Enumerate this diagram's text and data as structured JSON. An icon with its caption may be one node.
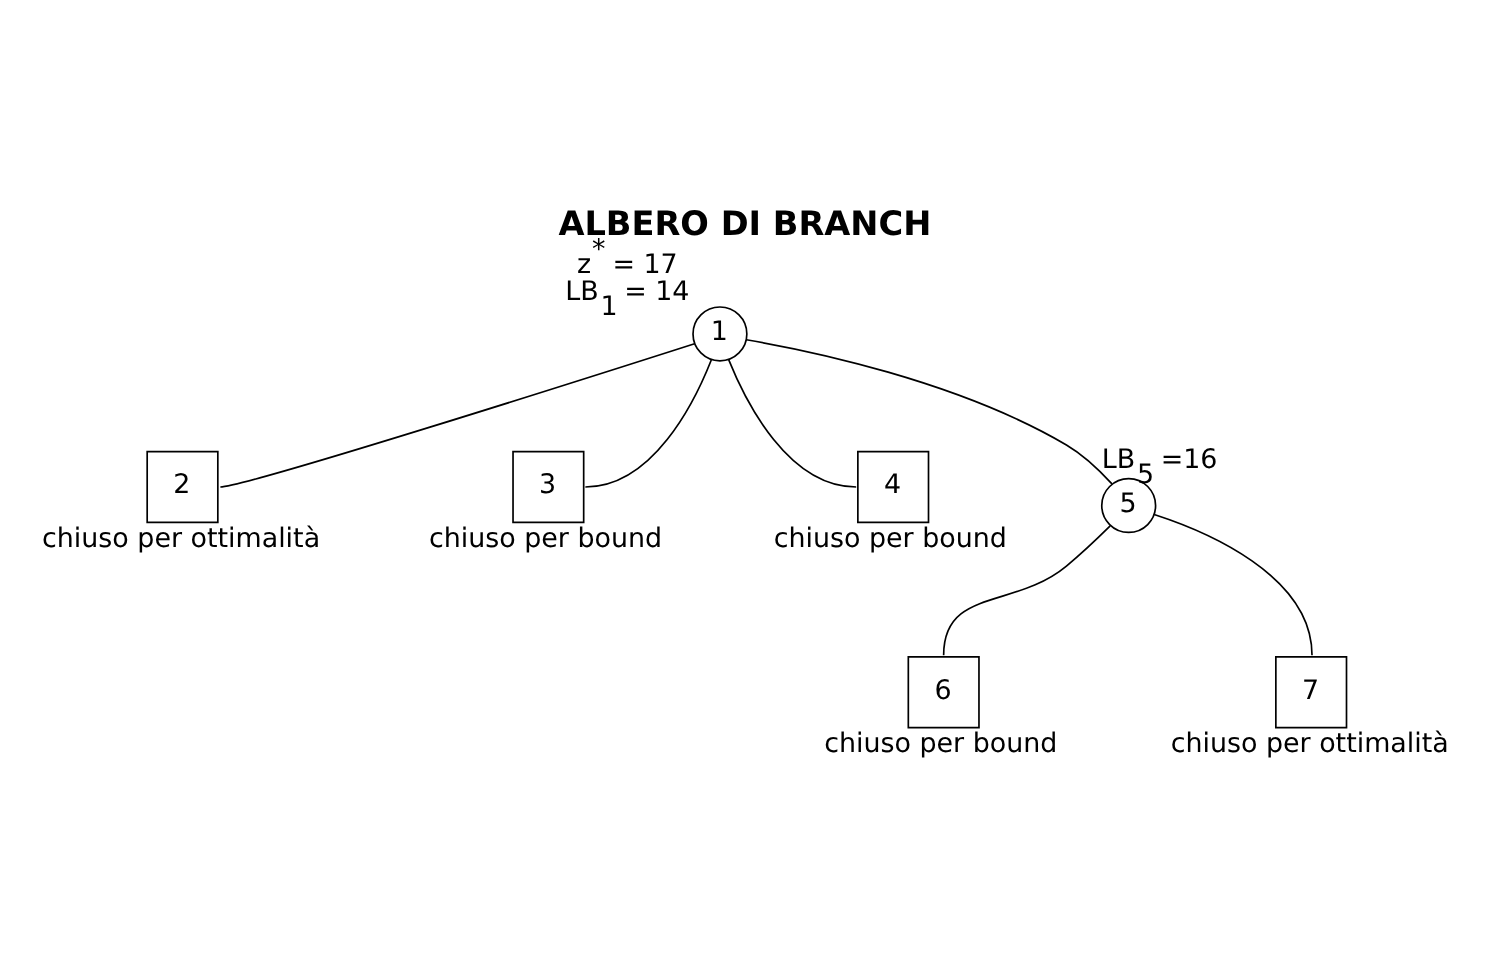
{
  "diagram": {
    "title": "ALBERO DI BRANCH",
    "nodes": [
      {
        "text": [
          "1"
        ],
        "beside": [
          "z$^{*}$ = 17",
          "LB$_{1}$ = 14"
        ]
      },
      {
        "text": [
          "2"
        ],
        "beside": [
          "chiuso per ottimalità"
        ]
      },
      {
        "text": [
          "3"
        ],
        "beside": [
          "chiuso per bound"
        ]
      },
      {
        "text": [
          "4"
        ],
        "beside": [
          "chiuso per bound"
        ]
      },
      {
        "text": [
          "5"
        ],
        "beside": [
          "LB$_{5}$ =16"
        ]
      },
      {
        "text": [
          "6"
        ],
        "beside": [
          "chiuso per bound"
        ]
      },
      {
        "text": [
          "7"
        ],
        "beside": [
          "chiuso per ottimalità"
        ]
      }
    ],
    "edges": [
      {
        "from": 0,
        "to": 1,
        "arrow": "none"
      },
      {
        "from": 0,
        "to": 2,
        "arrow": "none"
      },
      {
        "from": 0,
        "to": 3,
        "arrow": "none"
      },
      {
        "from": 0,
        "to": 4,
        "arrow": "none"
      },
      {
        "from": 4,
        "to": 5,
        "arrow": "none"
      },
      {
        "from": 4,
        "to": 6,
        "arrow": "none"
      }
    ]
  }
}
